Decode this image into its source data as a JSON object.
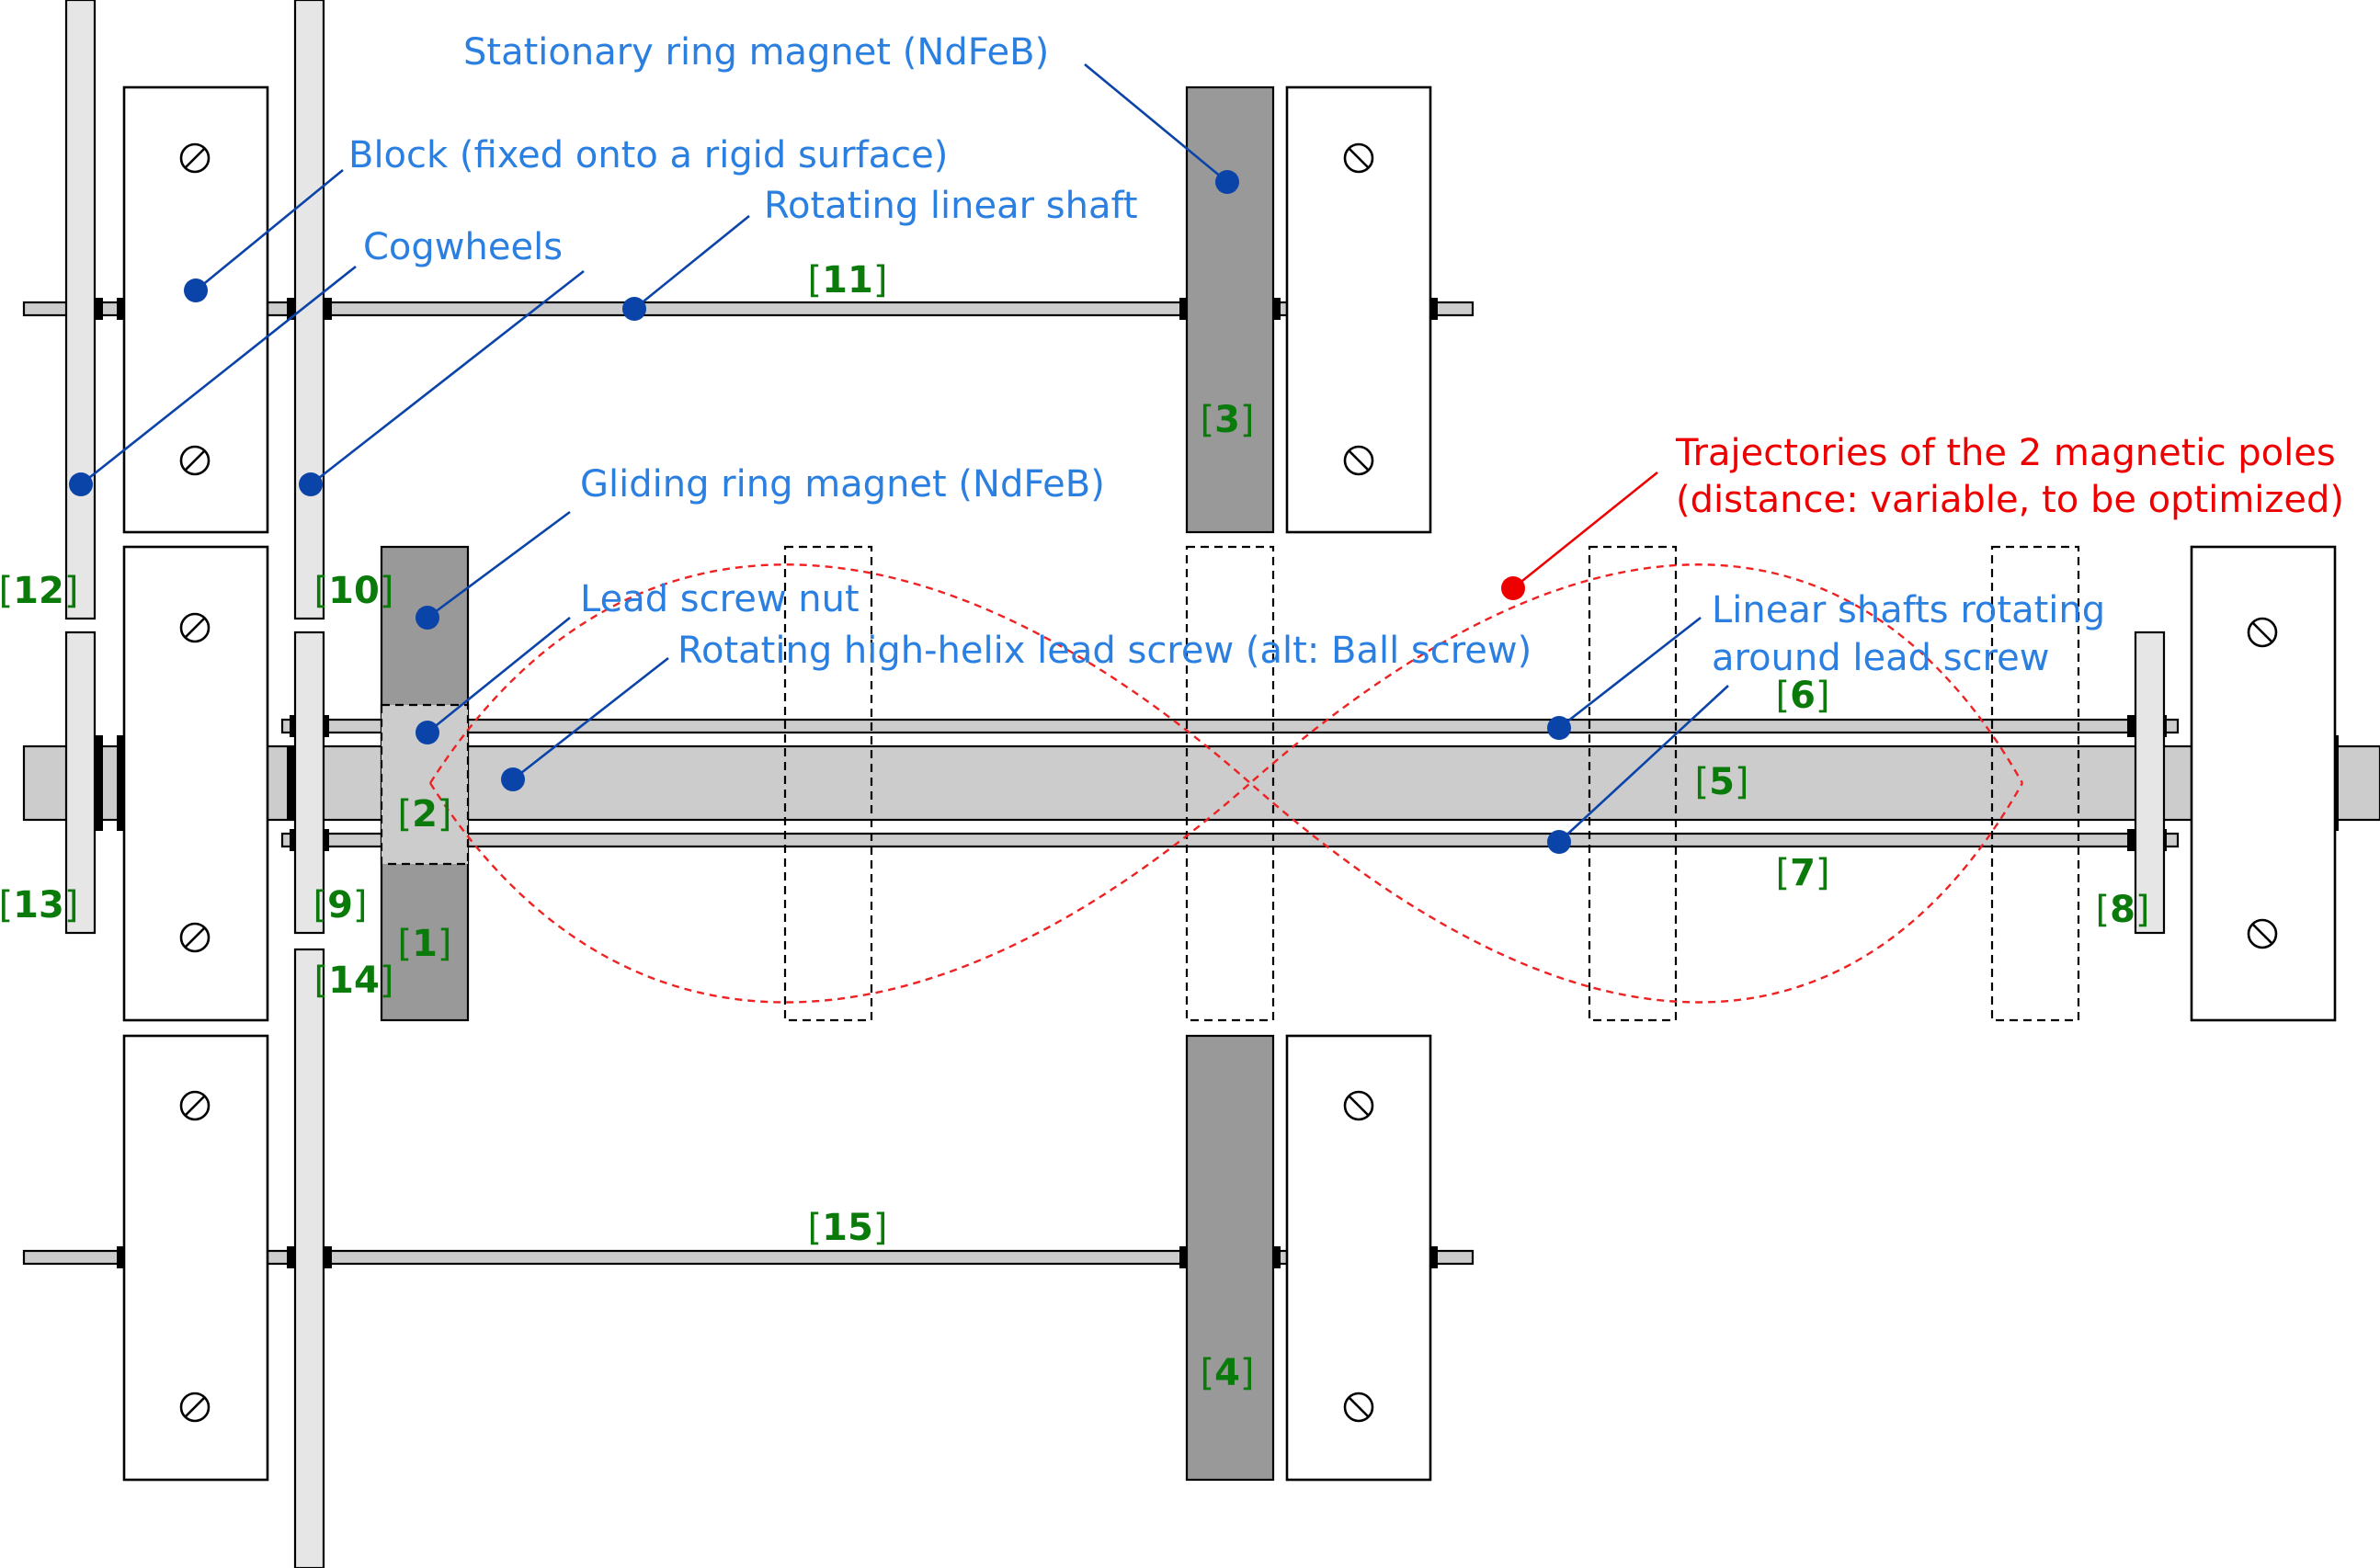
{
  "callouts": {
    "stationary_magnet": "Stationary ring magnet (NdFeB)",
    "block": "Block (fixed onto a rigid surface)",
    "rotating_linear_shaft": "Rotating linear shaft",
    "cogwheels": "Cogwheels",
    "gliding_magnet": "Gliding ring magnet (NdFeB)",
    "lead_screw_nut": "Lead screw nut",
    "lead_screw": "Rotating high-helix lead screw (alt: Ball screw)",
    "linear_shafts_line1": "Linear shafts rotating",
    "linear_shafts_line2": "around lead screw",
    "trajectories_line1": "Trajectories of the 2 magnetic poles",
    "trajectories_line2": "(distance: variable, to be optimized)"
  },
  "part_numbers": {
    "p1": "1",
    "p2": "2",
    "p3": "3",
    "p4": "4",
    "p5": "5",
    "p6": "6",
    "p7": "7",
    "p8": "8",
    "p9": "9",
    "p10": "10",
    "p11": "11",
    "p12": "12",
    "p13": "13",
    "p14": "14",
    "p15": "15"
  },
  "brackets": {
    "open": "[",
    "close": "]"
  },
  "colors": {
    "callout_text": "#2a7fe0",
    "leader": "#0b44a8",
    "highlight": "#ee0000",
    "part_number": "#0a7a0a",
    "magnet": "#999999",
    "shaft": "#cccccc",
    "cogwheel": "#e6e6e6"
  },
  "icons": {
    "screw": "slotted-screw-icon"
  }
}
